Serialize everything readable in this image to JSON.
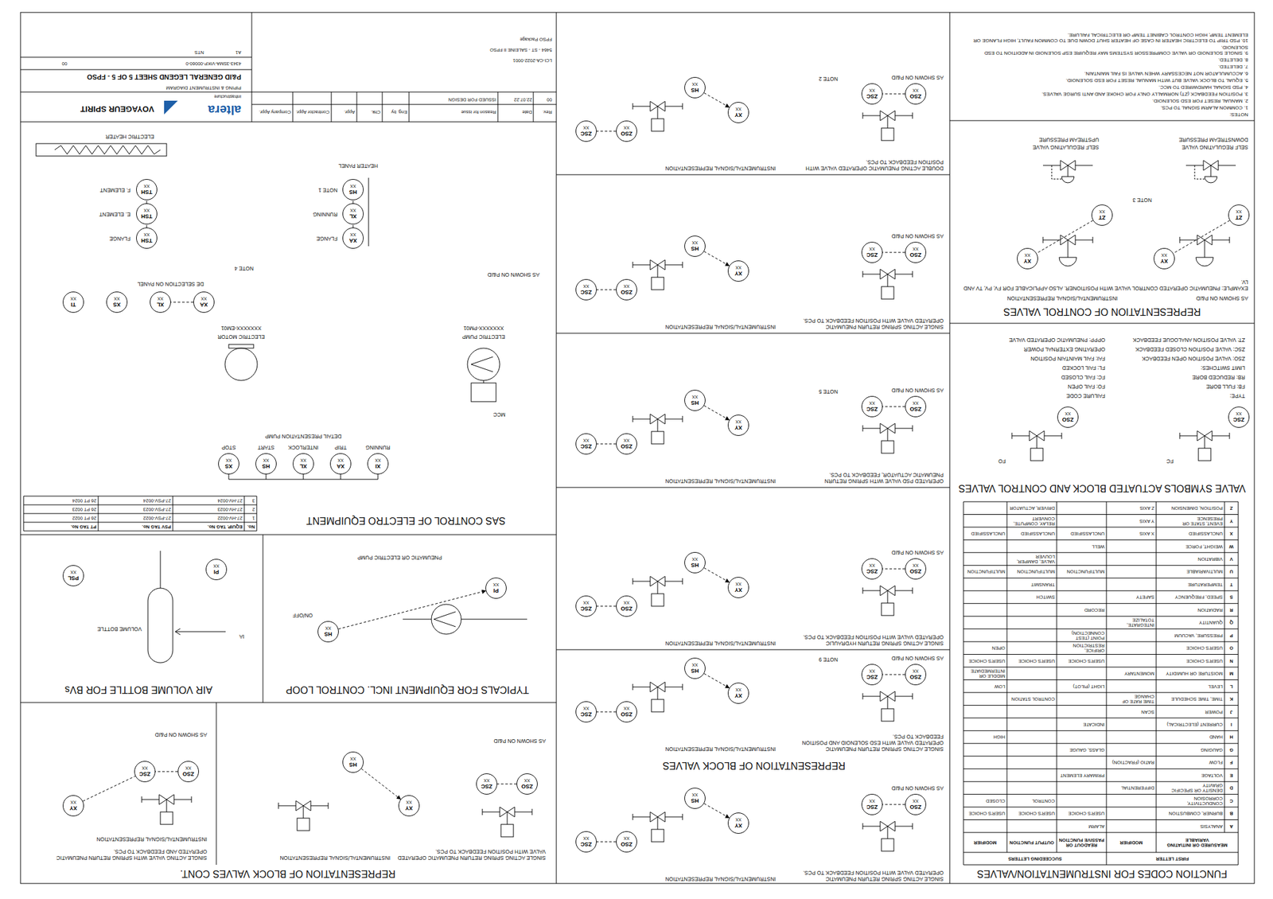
{
  "diagram": {
    "title": "P&ID GENERAL LEGEND SHEET 5 OF 5 - FPSO",
    "nodes": [
      {
        "text": [
          "ZSC",
          "XX"
        ]
      },
      {
        "text": [
          "ZSO",
          "XX"
        ]
      },
      {
        "text": [
          "ZT",
          "XX"
        ]
      },
      {
        "text": [
          "XY",
          "XX"
        ]
      },
      {
        "text": [
          "ZT",
          "XX"
        ]
      },
      {
        "text": [
          "XY",
          "XX"
        ]
      },
      {
        "text": [
          "ZSO",
          "XX"
        ]
      },
      {
        "text": [
          "ZSC",
          "XX"
        ]
      },
      {
        "text": [
          "XY",
          "XX"
        ]
      },
      {
        "text": [
          "ZSO",
          "XX"
        ]
      },
      {
        "text": [
          "ZSC",
          "XX"
        ]
      },
      {
        "text": [
          "HS",
          "XX"
        ]
      },
      {
        "text": [
          "ZSO",
          "XX"
        ]
      },
      {
        "text": [
          "ZSC",
          "XX"
        ]
      },
      {
        "text": [
          "XY",
          "XX"
        ]
      },
      {
        "text": [
          "ZSO",
          "XX"
        ]
      },
      {
        "text": [
          "ZSC",
          "XX"
        ]
      },
      {
        "text": [
          "HS",
          "XX"
        ]
      },
      {
        "text": [
          "ZSO",
          "XX"
        ]
      },
      {
        "text": [
          "ZSC",
          "XX"
        ]
      },
      {
        "text": [
          "XY",
          "XX"
        ]
      },
      {
        "text": [
          "ZSO",
          "XX"
        ]
      },
      {
        "text": [
          "ZSC",
          "XX"
        ]
      },
      {
        "text": [
          "HS",
          "XX"
        ]
      },
      {
        "text": [
          "ZSO",
          "XX"
        ]
      },
      {
        "text": [
          "ZSC",
          "XX"
        ]
      },
      {
        "text": [
          "XY",
          "XX"
        ]
      },
      {
        "text": [
          "ZSO",
          "XX"
        ]
      },
      {
        "text": [
          "ZSC",
          "XX"
        ]
      },
      {
        "text": [
          "HS",
          "XX"
        ]
      },
      {
        "text": [
          "ZSO",
          "XX"
        ]
      },
      {
        "text": [
          "ZSC",
          "XX"
        ]
      },
      {
        "text": [
          "XY",
          "XX"
        ]
      },
      {
        "text": [
          "ZSO",
          "XX"
        ]
      },
      {
        "text": [
          "ZSC",
          "XX"
        ]
      },
      {
        "text": [
          "HS",
          "XX"
        ]
      },
      {
        "text": [
          "ZSO",
          "XX"
        ]
      },
      {
        "text": [
          "ZSC",
          "XX"
        ]
      },
      {
        "text": [
          "XY",
          "XX"
        ]
      },
      {
        "text": [
          "ZSO",
          "XX"
        ]
      },
      {
        "text": [
          "ZSC",
          "XX"
        ]
      },
      {
        "text": [
          "HS",
          "XX"
        ]
      },
      {
        "text": [
          "ZSO",
          "XX"
        ]
      },
      {
        "text": [
          "ZSC",
          "XX"
        ]
      },
      {
        "text": [
          "XY",
          "XX"
        ]
      },
      {
        "text": [
          "HS",
          "XX"
        ]
      },
      {
        "text": [
          "ZSO",
          "XX"
        ]
      },
      {
        "text": [
          "ZSC",
          "XX"
        ]
      },
      {
        "text": [
          "XY",
          "XX"
        ]
      },
      {
        "text": [
          "HS",
          "XX"
        ]
      },
      {
        "text": [
          "PI",
          "XX"
        ]
      },
      {
        "text": [
          "PI",
          "XX"
        ]
      },
      {
        "text": [
          "PSL",
          "XX"
        ]
      },
      {
        "text": [
          "XI",
          "XX"
        ]
      },
      {
        "text": [
          "XA",
          "XX"
        ]
      },
      {
        "text": [
          "XL",
          "XX"
        ]
      },
      {
        "text": [
          "HS",
          "XX"
        ]
      },
      {
        "text": [
          "XS",
          "XX"
        ]
      },
      {
        "text": [
          "XA",
          "XX"
        ]
      },
      {
        "text": [
          "XL",
          "XX"
        ]
      },
      {
        "text": [
          "XS",
          "XX"
        ]
      },
      {
        "text": [
          "TI",
          "XX"
        ]
      },
      {
        "text": [
          "TSH",
          "XX"
        ]
      },
      {
        "text": [
          "TSH",
          "XX"
        ]
      },
      {
        "text": [
          "TSH",
          "XX"
        ]
      },
      {
        "text": [
          "XA",
          "XX"
        ]
      },
      {
        "text": [
          "XL",
          "XX"
        ]
      },
      {
        "text": [
          "HS",
          "XX"
        ]
      }
    ],
    "edges": [
      {
        "from": 2,
        "to": 3,
        "arrow": "none"
      },
      {
        "from": 4,
        "to": 5,
        "arrow": "none"
      },
      {
        "from": 6,
        "to": 7,
        "arrow": "none"
      },
      {
        "from": 9,
        "to": 10,
        "arrow": "none"
      },
      {
        "from": 11,
        "to": 8,
        "arrow": "to"
      },
      {
        "from": 12,
        "to": 13,
        "arrow": "none"
      },
      {
        "from": 15,
        "to": 16,
        "arrow": "none"
      },
      {
        "from": 17,
        "to": 14,
        "arrow": "to"
      },
      {
        "from": 18,
        "to": 19,
        "arrow": "none"
      },
      {
        "from": 21,
        "to": 22,
        "arrow": "none"
      },
      {
        "from": 23,
        "to": 20,
        "arrow": "to"
      },
      {
        "from": 24,
        "to": 25,
        "arrow": "none"
      },
      {
        "from": 27,
        "to": 28,
        "arrow": "none"
      },
      {
        "from": 29,
        "to": 26,
        "arrow": "to"
      },
      {
        "from": 30,
        "to": 31,
        "arrow": "none"
      },
      {
        "from": 33,
        "to": 34,
        "arrow": "none"
      },
      {
        "from": 35,
        "to": 32,
        "arrow": "to"
      },
      {
        "from": 36,
        "to": 37,
        "arrow": "none"
      },
      {
        "from": 39,
        "to": 40,
        "arrow": "none"
      },
      {
        "from": 41,
        "to": 38,
        "arrow": "to"
      },
      {
        "from": 42,
        "to": 43,
        "arrow": "none"
      },
      {
        "from": 45,
        "to": 44,
        "arrow": "to"
      },
      {
        "from": 46,
        "to": 47,
        "arrow": "none"
      },
      {
        "from": 48,
        "to": 47,
        "arrow": "none"
      },
      {
        "from": 49,
        "to": 50,
        "arrow": "to"
      },
      {
        "from": 58,
        "to": 59,
        "arrow": "none"
      },
      {
        "from": 62,
        "to": 63,
        "arrow": "none"
      },
      {
        "from": 63,
        "to": 64,
        "arrow": "none"
      },
      {
        "from": 65,
        "to": 66,
        "arrow": "none"
      },
      {
        "from": 66,
        "to": 67,
        "arrow": "none"
      }
    ],
    "labels": [
      "FUNCTION CODES FOR INSTRUMENTATION/VALVES",
      "FIRST LETTER",
      "SUCCEEDING LETTERS",
      "MEASURED OR INITIATING VARIABLE",
      "MODIFIER",
      "READOUT OR PASSIVE FUNCTION",
      "OUTPUT FUNCTION",
      "MODIFIER",
      "A",
      "ANALYSIS",
      "ALARM",
      "B",
      "BURNER, COMBUSTION",
      "USER'S CHOICE",
      "USER'S CHOICE",
      "USER'S CHOICE",
      "C",
      "CONDUCTIVITY, CORROSION",
      "CONTROL",
      "CLOSED",
      "D",
      "DENSITY OR SPECIFIC GRAVITY",
      "DIFFERENTIAL",
      "E",
      "VOLTAGE",
      "PRIMARY ELEMENT",
      "F",
      "FLOW",
      "RATIO (FRACTION)",
      "G",
      "GAUGING",
      "GLASS, GAUGE",
      "H",
      "HAND",
      "HIGH",
      "I",
      "CURRENT (ELECTRICAL)",
      "INDICATE",
      "J",
      "POWER",
      "SCAN",
      "K",
      "TIME, TIME SCHEDULE",
      "TIME RATE OF CHANGE",
      "CONTROL STATION",
      "L",
      "LEVEL",
      "LIGHT (PILOT)",
      "LOW",
      "M",
      "MOISTURE OR HUMIDITY",
      "MOMENTARY",
      "MIDDLE OR INTERMEDIATE",
      "N",
      "USER'S CHOICE",
      "USER'S CHOICE",
      "USER'S CHOICE",
      "USER'S CHOICE",
      "O",
      "USER'S CHOICE",
      "ORIFICE, RESTRICTION",
      "OPEN",
      "P",
      "PRESSURE, VACUUM",
      "POINT (TEST CONNECTION)",
      "Q",
      "QUANTITY",
      "INTEGRATE, TOTALIZE",
      "R",
      "RADIATION",
      "RECORD",
      "S",
      "SPEED, FREQUENCY",
      "SAFETY",
      "SWITCH",
      "T",
      "TEMPERATURE",
      "TRANSMIT",
      "U",
      "MULTIVARIABLE",
      "MULTIFUNCTION",
      "MULTIFUNCTION",
      "MULTIFUNCTION",
      "V",
      "VIBRATION",
      "VALVE, DAMPER, LOUVER",
      "W",
      "WEIGHT, FORCE",
      "WELL",
      "X",
      "UNCLASSIFIED",
      "X AXIS",
      "UNCLASSIFIED",
      "UNCLASSIFIED",
      "UNCLASSIFIED",
      "Y",
      "EVENT, STATE OR PRESENCE",
      "Y AXIS",
      "RELAY, COMPUTE, CONVERT",
      "Z",
      "POSITION, DIMENSION",
      "Z AXIS",
      "DRIVER, ACTUATOR",
      "VALVE SYMBOLS ACTUATED BLOCK AND CONTROL VALVES",
      "TYPE:",
      "FB: FULL BORE",
      "RB: REDUCED BORE",
      "LIMIT SWITCHES:",
      "ZSO: VALVE POSITION OPEN FEEDBACK",
      "ZSC: VALVE POSITION CLOSED FEEDBACK",
      "ZT: VALVE POSITION ANALOGUE FEEDBACK",
      "FAILURE CODE",
      "FO: FAIL OPEN",
      "FC: FAIL CLOSED",
      "FL: FAIL LOCKED",
      "FAI: FAIL MAINTAIN POSITION",
      "OPERATING EXTERNAL POWER",
      "OPPP: PNEUMATIC OPERATED VALVE",
      "FC",
      "FO",
      "REPRESENTATION OF CONTROL VALVES",
      "AS SHOWN ON P&ID",
      "INSTRUMENTAL/SIGNAL REPRESENTATION",
      "EXAMPLE: PNEUMATIC OPERATED CONTROL VALVE WITH POSITIONER. ALSO APPLICABLE FOR FV, PV, TV AND LV.",
      "NOTE 3",
      "SELF REGULATING VALVE",
      "DOWNSTREAM PRESSURE",
      "SELF REGULATING VALVE",
      "UPSTREAM PRESSURE",
      "NOTES:",
      "1. COMMON ALARM SIGNAL TO PCS.",
      "2. MANUAL RESET FOR ESD SOLENOID.",
      "3. POSITION FEEDBACK (ZT) NORMALLY ONLY FOR CHOKE AND ANTI SURGE VALVES.",
      "4. PSD SIGNAL HARDWIRED TO MCC.",
      "5. EQUAL TO BLOCK VALVE BUT WITH MANUAL RESET FOR ESD SOLENOID.",
      "6. ACCUMULATOR NOT NECESSARY WHEN VALVE IS FAIL MAINTAIN.",
      "7. DELETED.",
      "8. DELETED.",
      "9. SINGLE SOLENOID OR VALVE COMPRESSOR SYSTEMS MAY REQUIRE ESP SOLENOID IN ADDITION TO ESD SOLENOID.",
      "10. PSD TRIP TO ELECTRIC HEATER IN CASE OF HEATER SHUT DOWN DUE TO COMMON FAULT, HIGH FLANGE OR ELEMENT TEMP, HIGH CONTROL CABINET TEMP OR ELECTRICAL FAILURE.",
      "SINGLE ACTING SPRING RETURN PNEUMATIC OPERATED VALVE WITH POSITION FEEDBACK TO PCS.",
      "INSTRUMENTAL/SIGNAL REPRESENTATION",
      "AS SHOWN ON P&ID",
      "REPRESENTATION OF BLOCK VALVES",
      "SINGLE ACTING SPRING RETURN PNEUMATIC OPERATED VALVE WITH ESD SOLENOID AND POSITION FEEDBACK TO PCS.",
      "INSTRUMENTAL/SIGNAL REPRESENTATION",
      "AS SHOWN ON P&ID",
      "NOTE 9",
      "SINGLE ACTING SPRING RETURN HYDRAULIC OPERATED VALVE WITH POSITION FEEDBACK TO PCS.",
      "INSTRUMENTAL/SIGNAL REPRESENTATION",
      "AS SHOWN ON P&ID",
      "OPERATED PSD VALVE WITH SPRING RETURN PNEUMATIC ACTUATOR, FEEDBACK TO PCS.",
      "INSTRUMENTAL/SIGNAL REPRESENTATION",
      "AS SHOWN ON P&ID",
      "NOTE 5",
      "SINGLE ACTING SPRING RETURN PNEUMATIC OPERATED VALVE WITH POSITION FEEDBACK TO PCS.",
      "INSTRUMENTAL/SIGNAL REPRESENTATION",
      "AS SHOWN ON P&ID",
      "DOUBLE ACTING PNEUMATIC OPERATED VALVE WITH POSITION FEEDBACK TO PCS.",
      "INSTRUMENTAL/SIGNAL REPRESENTATION",
      "AS SHOWN ON P&ID",
      "NOTE 2",
      "REPRESENTATION OF BLOCK VALVES CONT.",
      "SINGLE ACTING SPRING RETURN PNEUMATIC OPERATED VALVE WITH POSITION FEEDBACK TO PCS.",
      "INSTRUMENTAL/SIGNAL REPRESENTATION",
      "AS SHOWN ON P&ID",
      "SINGLE ACTING VALVE WITH SPRING RETURN PNEUMATIC OPERATED AND FEEDBACK TO PCS.",
      "INSTRUMENTAL/SIGNAL REPRESENTATION",
      "AS SHOWN ON P&ID",
      "TYPICALS FOR EQUIPMENT INCL. CONTROL LOOP",
      "PNEUMATIC OR ELECTRIC PUMP",
      "ON/OFF",
      "AIR VOLUME BOTTLE FOR BVs",
      "VOLUME BOTTLE",
      "IA",
      "SAS CONTROL OF ELECTRO EQUIPMENT",
      "No.",
      "EQUIP. TAG No.",
      "PSV TAG No.",
      "PT TAG No.",
      "1",
      "27-HV-0022",
      "27-PSV-0022",
      "26 PT 0022",
      "2",
      "27-HV-0023",
      "27-PSV-0023",
      "26 PT 0023",
      "3",
      "27-HV-0024",
      "27-PSV-0024",
      "26 PT 0024",
      "RUNNING",
      "TRIP",
      "INTERLOCK",
      "START",
      "STOP",
      "DETAIL PRESENTATION PUMP",
      "MCC",
      "ELECTRIC PUMP",
      "XXXXXXX-PM01",
      "ELECTRIC MOTOR",
      "XXXXXXX-EM01",
      "AS SHOWN ON P&ID",
      "DE SELECTION ON PANEL",
      "NOTE 4",
      "FLANGE",
      "RUNNING",
      "NOTE 1",
      "HEATER PANEL",
      "FLANGE",
      "E. ELEMENT",
      "F. ELEMENT",
      "ELECTRIC HEATER",
      "Rev.",
      "Date",
      "Reason for issue",
      "Eng. by",
      "Chk.",
      "Appr.",
      "Contractor Appr.",
      "Company Appr.",
      "00",
      "22.07.22",
      "ISSUED FOR DESIGN",
      "altera",
      "infrastructure",
      "VOYAGEUR SPIRIT",
      "PIPING & INSTRUMENT DIAGRAM",
      "4343-3SMA-VIKP-00060-0",
      "00",
      "A1",
      "NTS",
      "LCI-CA-2022-0001",
      "5464 - ST - SALEINE II FPSO",
      "FPSO Package"
    ]
  }
}
